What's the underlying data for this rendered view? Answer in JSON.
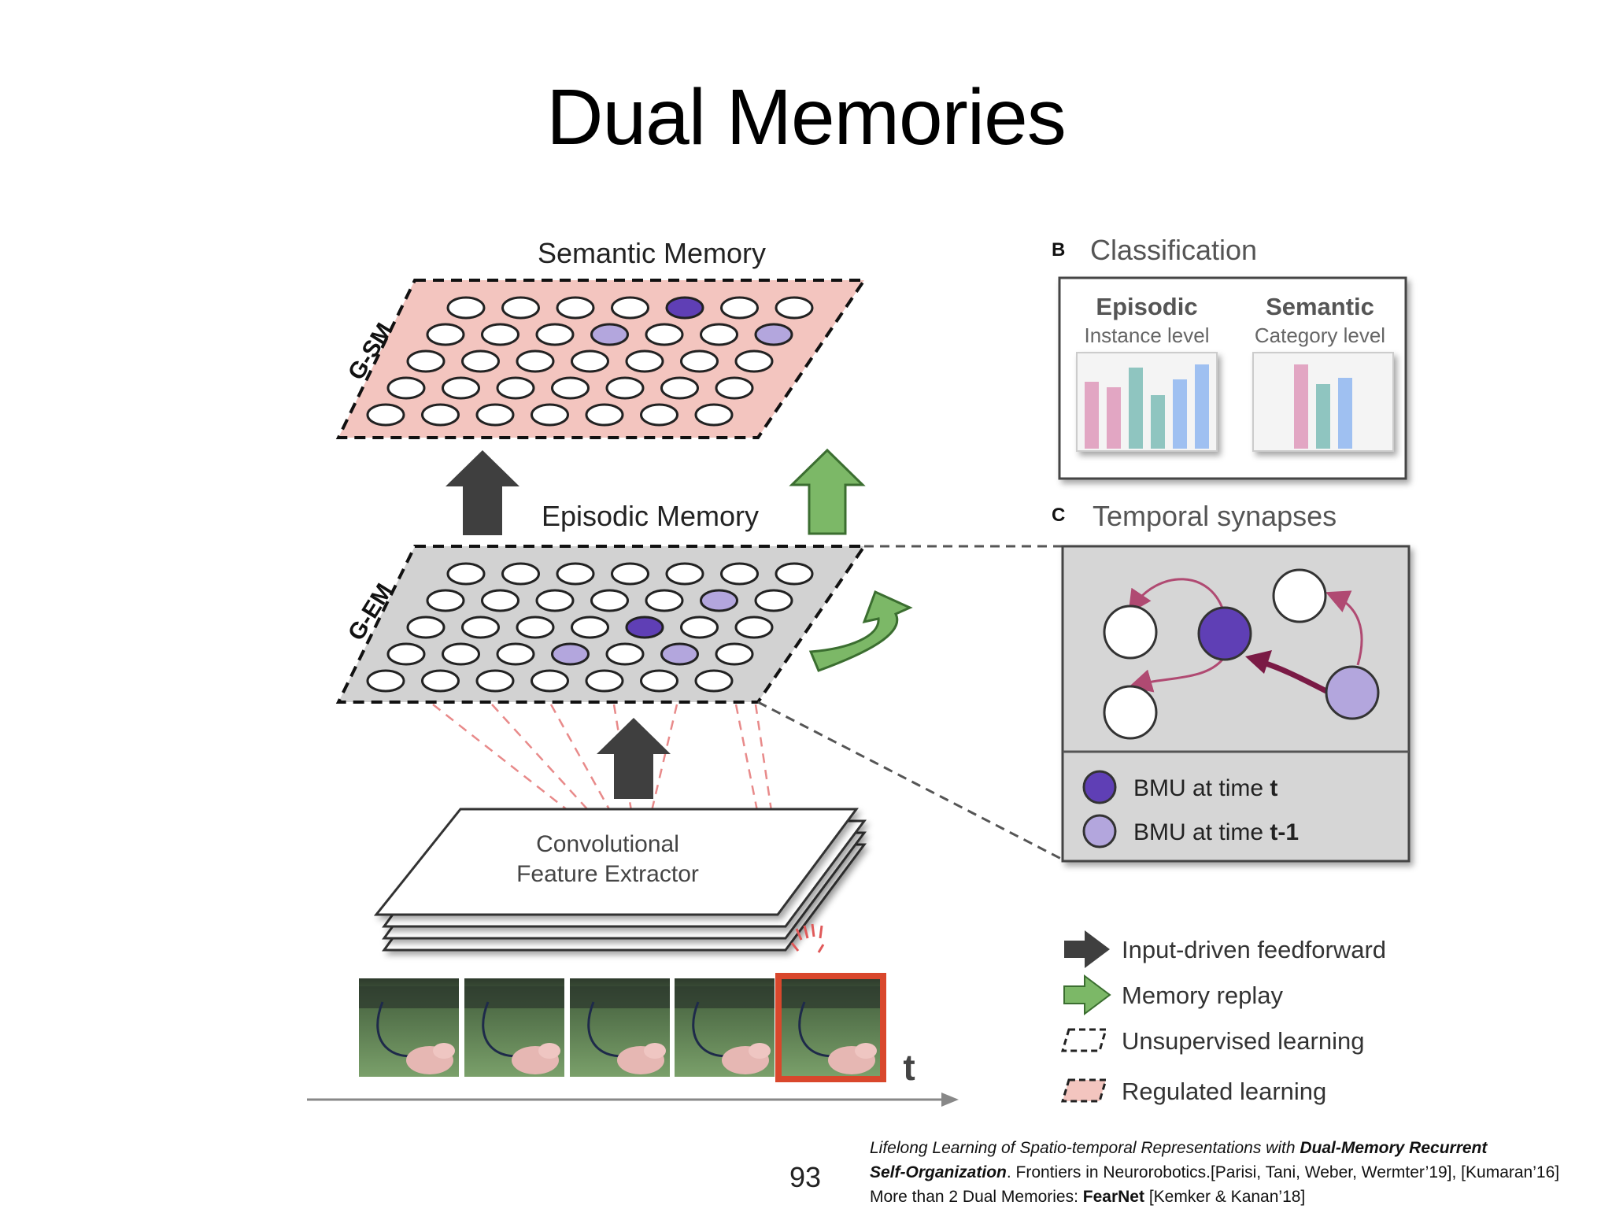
{
  "slide": {
    "title": "Dual Memories",
    "page_number": "93"
  },
  "diagram": {
    "semantic_memory_title": "Semantic Memory",
    "semantic_layer_label": "G-SM",
    "episodic_memory_title": "Episodic Memory",
    "episodic_layer_label": "G-EM",
    "extractor_line1": "Convolutional",
    "extractor_line2": "Feature Extractor",
    "time_label": "t",
    "panel_b": {
      "letter": "B",
      "title": "Classification",
      "episodic_title": "Episodic",
      "episodic_sub": "Instance level",
      "semantic_title": "Semantic",
      "semantic_sub": "Category level"
    },
    "panel_c": {
      "letter": "C",
      "title": "Temporal synapses",
      "bmu_t_label": "BMU at time ",
      "bmu_t_bold": "t",
      "bmu_t1_label": "BMU at time ",
      "bmu_t1_bold": "t-1"
    },
    "legend": {
      "feedforward": "Input-driven feedforward",
      "replay": "Memory replay",
      "unsupervised": "Unsupervised learning",
      "regulated": "Regulated learning"
    },
    "colors": {
      "semantic_plane": "#f3c5bf",
      "episodic_plane": "#d2d2d2",
      "bmu_dark": "#5f3fb5",
      "bmu_light": "#b3a6dd",
      "arrow_dark": "#3f3f3f",
      "arrow_green": "#7cb867",
      "frame_highlight": "#d9472c"
    }
  },
  "citation": {
    "line1_italic": "Lifelong Learning of Spatio-temporal Representations with ",
    "line1_bold_italic": "Dual-Memory Recurrent",
    "line2_bold_italic": "Self-Organization",
    "line2_rest": ". Frontiers in Neurorobotics.[Parisi, Tani, Weber, Wermter’19], [Kumaran’16]",
    "line3_prefix": "More than 2 Dual Memories: ",
    "line3_bold": "FearNet",
    "line3_suffix": " [Kemker & Kanan’18]"
  }
}
